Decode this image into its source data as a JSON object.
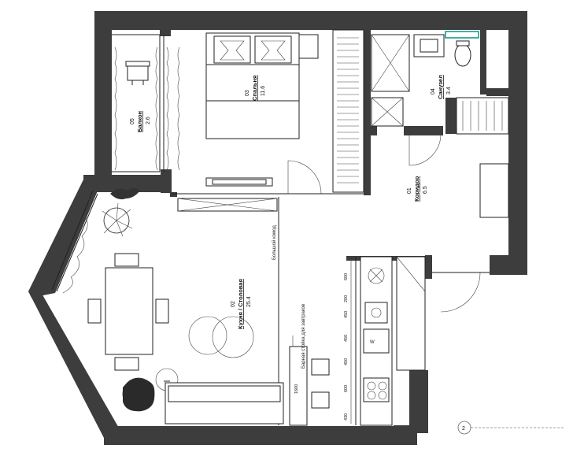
{
  "rooms": [
    {
      "number": "01",
      "name": "Коридор",
      "area": "6.5"
    },
    {
      "number": "02",
      "name": "Кухня / Столовая",
      "area": "25.4"
    },
    {
      "number": "03",
      "name": "Спальня",
      "area": "11.6"
    },
    {
      "number": "04",
      "name": "Санузел",
      "area": "3.4"
    },
    {
      "number": "05",
      "name": "Балкон",
      "area": "2.6"
    }
  ],
  "notes": {
    "dresser": "Большой комод",
    "bar": "Барная стойка для завтраков",
    "bar_length": "1600"
  },
  "kitchen_dims": [
    "600",
    "200",
    "450",
    "450",
    "450",
    "600",
    "430"
  ],
  "section_mark": "2",
  "colors": {
    "wall": "#3d3d3d",
    "accent": "#1a9a8a"
  }
}
